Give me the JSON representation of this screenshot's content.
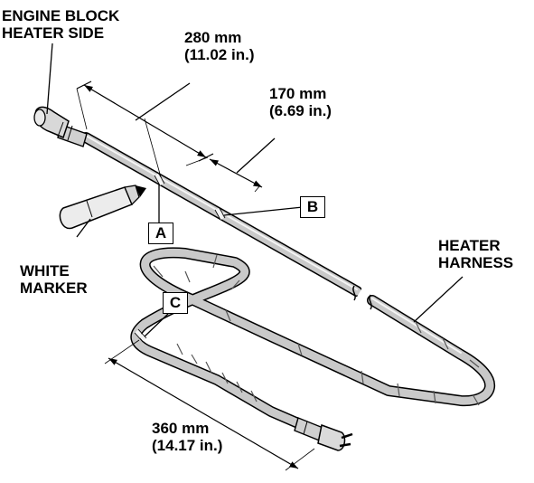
{
  "labels": {
    "engine_block_line1": "ENGINE BLOCK",
    "engine_block_line2": "HEATER SIDE",
    "dim1_mm": "280 mm",
    "dim1_in": "(11.02 in.)",
    "dim2_mm": "170 mm",
    "dim2_in": "(6.69 in.)",
    "dim3_mm": "360 mm",
    "dim3_in": "(14.17 in.)",
    "heater_line1": "HEATER",
    "heater_line2": "HARNESS",
    "marker_line1": "WHITE",
    "marker_line2": "MARKER"
  },
  "callouts": {
    "a": "A",
    "b": "B",
    "c": "C"
  },
  "colors": {
    "ink": "#000000",
    "cable": "#c9c9c9",
    "cable_shade": "#8c8c8c",
    "band": "#f4f4f4"
  }
}
